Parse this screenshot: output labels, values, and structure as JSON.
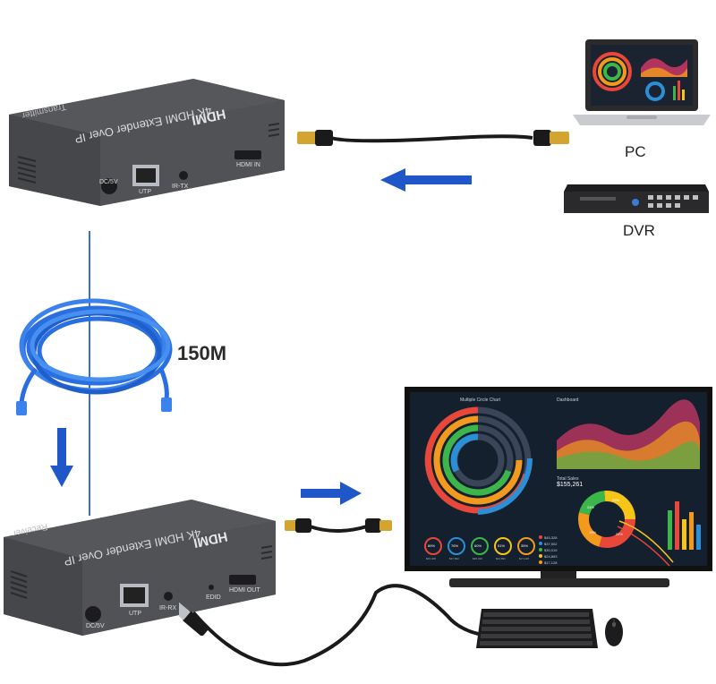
{
  "transmitter": {
    "brand": "HDMI",
    "title": "4K HDMI Extender Over IP",
    "role": "Transmitter",
    "ports": [
      "DC/5V",
      "UTP",
      "IR-TX",
      "HDMI IN"
    ]
  },
  "receiver": {
    "brand": "HDMI",
    "title": "4K HDMI Extender Over IP",
    "role": "Receiver",
    "ports": [
      "DC/5V",
      "UTP",
      "IR-RX",
      "EDID",
      "HDMI OUT"
    ]
  },
  "sources": {
    "pc_label": "PC",
    "dvr_label": "DVR"
  },
  "cable": {
    "distance_label": "150M"
  },
  "monitor": {
    "chart_title": "Multiple Circle Chart",
    "dashboard_title": "Dashboard",
    "total_sales_label": "Total Sales",
    "total_sales_value": "$155,261",
    "percents": [
      "89%",
      "76%",
      "60%",
      "51%",
      "35%"
    ],
    "percent_values": [
      "$45,328",
      "$37,502",
      "$30,019",
      "$24,893",
      "$17,128"
    ],
    "legend": [
      "$45,328",
      "$37,502",
      "$30,019",
      "$24,893",
      "$17,128"
    ],
    "donut_labels": [
      "29%",
      "24%",
      "19%",
      "24%"
    ],
    "colors": {
      "red": "#e8473a",
      "orange": "#f39a1e",
      "green": "#3cb64a",
      "yellow": "#f5c518",
      "blue": "#2a8fd6",
      "screen": "#15202e"
    }
  },
  "accents": {
    "arrow": "#1f56c8",
    "cable": "#2a6fe0"
  }
}
